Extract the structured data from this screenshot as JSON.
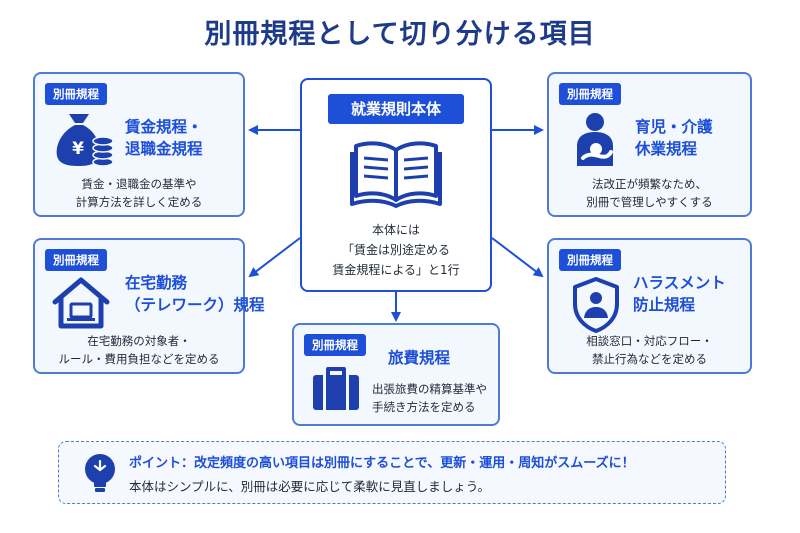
{
  "title": "別冊規程として切り分ける項目",
  "center": {
    "heading": "就業規則本体",
    "text": [
      "本体には",
      "「賃金は別途定める",
      "賃金規程による」と1行"
    ]
  },
  "cards": [
    {
      "id": "wage",
      "tag": "別冊規程",
      "title": [
        "賃金規程・",
        "退職金規程"
      ],
      "desc": [
        "賃金・退職金の基準や",
        "計算方法を詳しく定める"
      ],
      "icon": "money-bag-coins-icon"
    },
    {
      "id": "childcare",
      "tag": "別冊規程",
      "title": [
        "育児・介護",
        "休業規程"
      ],
      "desc": [
        "法改正が頻繁なため、",
        "別冊で管理しやすくする"
      ],
      "icon": "parent-child-icon"
    },
    {
      "id": "telework",
      "tag": "別冊規程",
      "title": [
        "在宅勤務",
        "（テレワーク）規程"
      ],
      "desc": [
        "在宅勤務の対象者・",
        "ルール・費用負担などを定める"
      ],
      "icon": "home-laptop-icon"
    },
    {
      "id": "harassment",
      "tag": "別冊規程",
      "title": [
        "ハラスメント",
        "防止規程"
      ],
      "desc": [
        "相談窓口・対応フロー・",
        "禁止行為などを定める"
      ],
      "icon": "shield-person-icon"
    },
    {
      "id": "travel",
      "tag": "別冊規程",
      "title": [
        "旅費規程"
      ],
      "desc": [
        "出張旅費の精算基準や",
        "手続き方法を定める"
      ],
      "icon": "suitcase-icon"
    }
  ],
  "point": {
    "line1": "ポイント：改定頻度の高い項目は別冊にすることで、更新・運用・周知がスムーズに！",
    "line2": "本体はシンプルに、別冊は必要に応じて柔軟に見直しましょう。",
    "icon": "lightbulb-icon"
  },
  "colors": {
    "primary": "#1d4fd8",
    "border": "#4f7bd6",
    "card_bg": "#f3f7fe",
    "title": "#1e3a8a",
    "icon": "#1e40af"
  }
}
